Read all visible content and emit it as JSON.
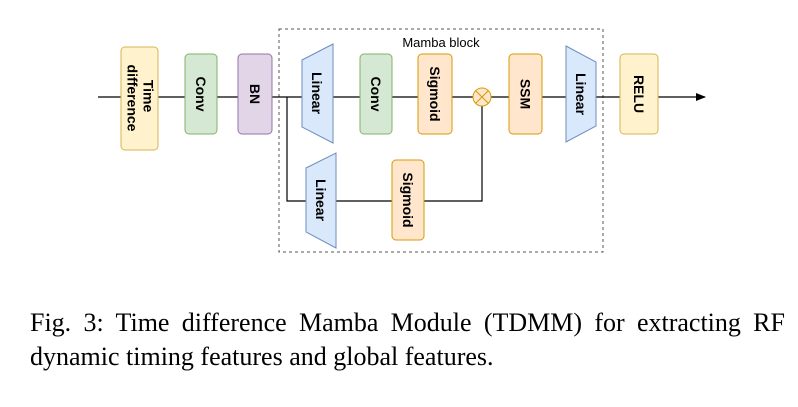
{
  "diagram": {
    "block_title": "Mamba block",
    "nodes": {
      "time_difference": {
        "label_line1": "Time",
        "label_line2": "difference",
        "fill": "#fff2cc",
        "stroke": "#d6b656"
      },
      "conv1": {
        "label": "Conv",
        "fill": "#d5e8d4",
        "stroke": "#82b366"
      },
      "bn": {
        "label": "BN",
        "fill": "#e1d5e7",
        "stroke": "#9673a6"
      },
      "linear_top": {
        "label": "Linear",
        "fill": "#dae8fc",
        "stroke": "#6c8ebf"
      },
      "conv2": {
        "label": "Conv",
        "fill": "#d5e8d4",
        "stroke": "#82b366"
      },
      "sigmoid_top": {
        "label": "Sigmoid",
        "fill": "#ffe6cc",
        "stroke": "#d79b00"
      },
      "ssm": {
        "label": "SSM",
        "fill": "#ffe6cc",
        "stroke": "#d79b00"
      },
      "linear_out": {
        "label": "Linear",
        "fill": "#dae8fc",
        "stroke": "#6c8ebf"
      },
      "relu": {
        "label": "RELU",
        "fill": "#fff2cc",
        "stroke": "#d6b656"
      },
      "linear_bottom": {
        "label": "Linear",
        "fill": "#dae8fc",
        "stroke": "#6c8ebf"
      },
      "sigmoid_bottom": {
        "label": "Sigmoid",
        "fill": "#ffe6cc",
        "stroke": "#d79b00"
      },
      "multiply": {
        "fill": "#ffe6cc",
        "stroke": "#d79b00"
      }
    }
  },
  "caption": {
    "text": "Fig. 3: Time difference Mamba Module (TDMM) for extracting RF dynamic timing features and global features."
  }
}
